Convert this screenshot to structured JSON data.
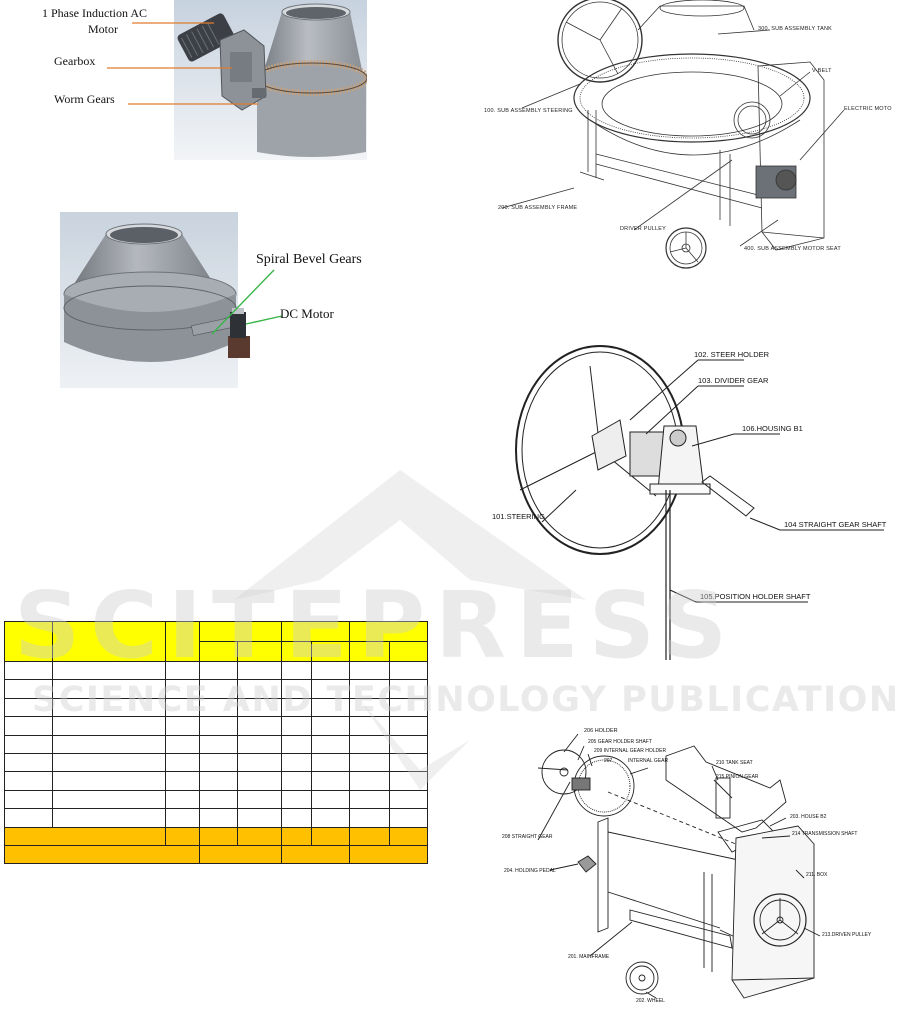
{
  "figure_ac_motor": {
    "label_motor_line1": "1 Phase Induction AC",
    "label_motor_line2": "Motor",
    "label_gearbox": "Gearbox",
    "label_worm_gears": "Worm Gears"
  },
  "figure_dc_motor": {
    "label_spiral_bevel_gears": "Spiral Bevel Gears",
    "label_dc_motor": "DC Motor"
  },
  "figure_assembly": {
    "label_tank": "300. SUB ASSEMBLY TANK",
    "label_steering": "100. SUB ASSEMBLY STEERING",
    "label_vbelt": "V-BELT",
    "label_electric_motor": "ELECTRIC MOTO",
    "label_frame": "200. SUB ASSEMBLY FRAME",
    "label_driver_pulley": "DRIVER PULLEY",
    "label_motor_seat": "400. SUB ASSEMBLY MOTOR SEAT"
  },
  "figure_steering": {
    "label_steer_holder": "102. STEER HOLDER",
    "label_divider_gear": "103. DIVIDER GEAR",
    "label_housing_b1": "106.HOUSING B1",
    "label_steering": "101.STEERING",
    "label_straight_gear_shaft": "104 STRAIGHT GEAR SHAFT",
    "label_position_holder_shaft": "105.POSITION HOLDER SHAFT"
  },
  "figure_frame": {
    "label_holder": "206 HOLDER",
    "label_gear_holder_shaft": "205 GEAR HOLDER SHAFT",
    "label_internal_gear_holder": "209 INTERNAL GEAR HOLDER",
    "label_internal_gear_num": "207",
    "label_internal_gear": "INTERNAL GEAR",
    "label_tank_seat": "210 TANK SEAT",
    "label_pinion_gear": "215 PINION GEAR",
    "label_straight_gear": "208 STRAIGHT GEAR",
    "label_house_b2": "203. HOUSE B2",
    "label_transmission_shaft": "214 TRANSMISSION SHAFT",
    "label_box": "211. BOX",
    "label_holding_pedal": "204. HOLDING PEDAL",
    "label_driven_pulley": "213.DRIVEN PULLEY",
    "label_mainframe": "201. MAINFRAME",
    "label_wheel": "202. WHEEL"
  },
  "watermark": {
    "line1": "SCITEPRESS",
    "line2": "SCIENCE AND TECHNOLOGY PUBLICATIONS"
  },
  "colors": {
    "header_fill": "#ffff00",
    "total_fill": "#ffc000",
    "tank_grey": "#8f949a",
    "watermark": "#cdcdcd"
  }
}
